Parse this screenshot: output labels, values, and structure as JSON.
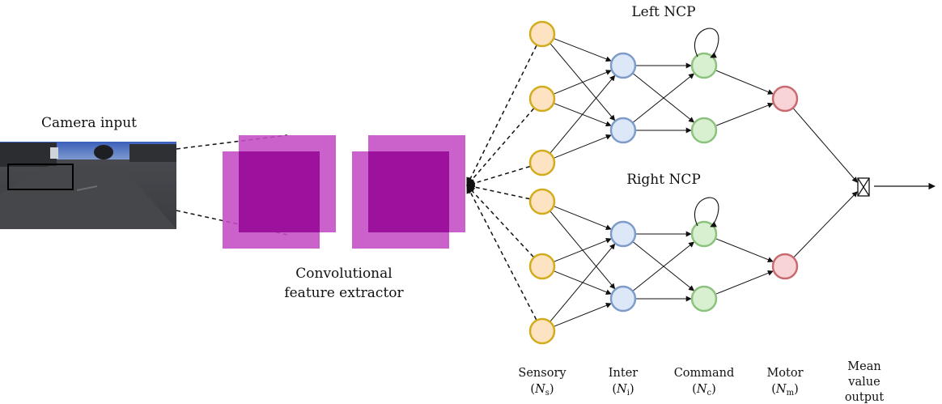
{
  "labels": {
    "camera_input": "Camera input",
    "conv_line1": "Convolutional",
    "conv_line2": "feature extractor",
    "left_ncp": "Left NCP",
    "right_ncp": "Right NCP"
  },
  "layers": {
    "sensory": {
      "name": "Sensory",
      "symbol": "N",
      "sub": "s"
    },
    "inter": {
      "name": "Inter",
      "symbol": "N",
      "sub": "i"
    },
    "command": {
      "name": "Command",
      "symbol": "N",
      "sub": "c"
    },
    "motor": {
      "name": "Motor",
      "symbol": "N",
      "sub": "m"
    },
    "output": {
      "line1": "Mean",
      "line2": "value",
      "line3": "output"
    }
  },
  "colors": {
    "sensory_fill": "#fde3c2",
    "sensory_stroke": "#d3ac1e",
    "inter_fill": "#dce7f8",
    "inter_stroke": "#7e9cc9",
    "command_fill": "#d8f0d0",
    "command_stroke": "#8cc27e",
    "motor_fill": "#f9d4d6",
    "motor_stroke": "#c86a70",
    "conv_light": "#c44cc4",
    "conv_dark": "#9c129c"
  },
  "icons": {
    "mean_node": "boxed-x-icon"
  }
}
